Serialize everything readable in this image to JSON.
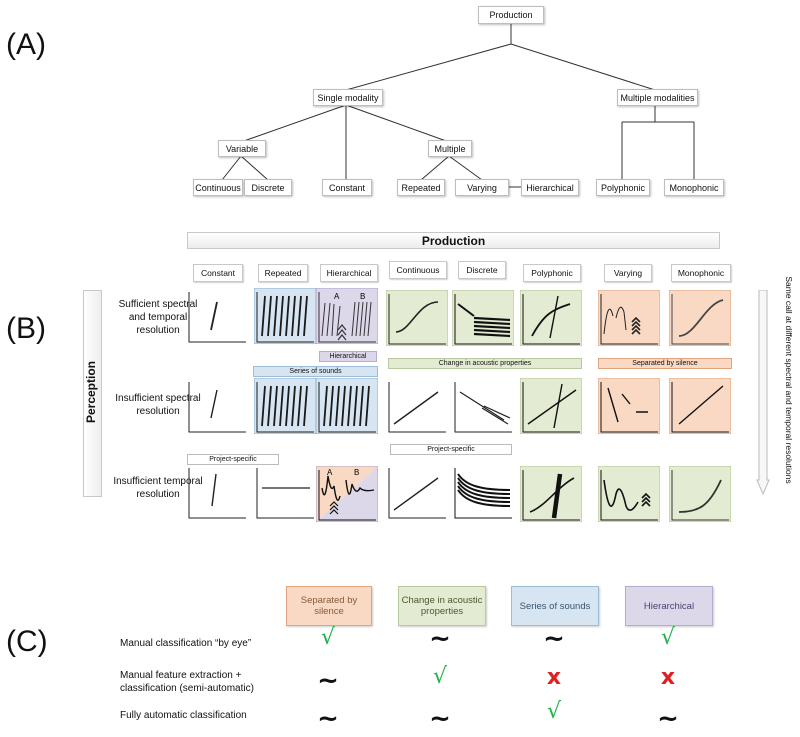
{
  "panels": {
    "a": "(A)",
    "b": "(B)",
    "c": "(C)"
  },
  "tree": {
    "root": "Production",
    "single": "Single modality",
    "multiple_modalities": "Multiple modalities",
    "variable": "Variable",
    "multiple": "Multiple",
    "continuous": "Continuous",
    "discrete": "Discrete",
    "constant": "Constant",
    "repeated": "Repeated",
    "varying": "Varying",
    "hierarchical": "Hierarchical",
    "polyphonic": "Polyphonic",
    "monophonic": "Monophonic"
  },
  "matrix": {
    "title": "Production",
    "perception": "Perception",
    "right_label": "Same call at different spectral and temporal resolutions",
    "columns": [
      "Constant",
      "Repeated",
      "Hierarchical",
      "Continuous",
      "Discrete",
      "Polyphonic",
      "Varying",
      "Monophonic"
    ],
    "rows": [
      "Sufficient spectral and temporal resolution",
      "Insufficient spectral resolution",
      "Insufficient temporal resolution"
    ],
    "bands": {
      "hierarchical": "Hierarchical",
      "change": "Change in acoustic properties",
      "separated": "Separated by silence",
      "series": "Series of sounds",
      "project1": "Project-specific",
      "project2": "Project-specific"
    },
    "letters": {
      "a1": "A",
      "b1": "B",
      "a2": "A",
      "b2": "B"
    }
  },
  "legend": {
    "categories": [
      "Separated by silence",
      "Change in acoustic properties",
      "Series of sounds",
      "Hierarchical"
    ],
    "colors": [
      "#f9d9c3",
      "#e3ecd3",
      "#d6e5f1",
      "#ddd7ea"
    ],
    "methods": [
      "Manual classification “by eye”",
      "Manual feature extraction + classification (semi-automatic)",
      "Fully automatic classification"
    ],
    "marks": [
      [
        "check",
        "tilde",
        "tilde",
        "check"
      ],
      [
        "tilde",
        "check",
        "cross",
        "cross"
      ],
      [
        "tilde",
        "tilde",
        "check",
        "tilde"
      ]
    ],
    "symbols": {
      "check": "√",
      "tilde": "~",
      "cross": "x"
    }
  }
}
